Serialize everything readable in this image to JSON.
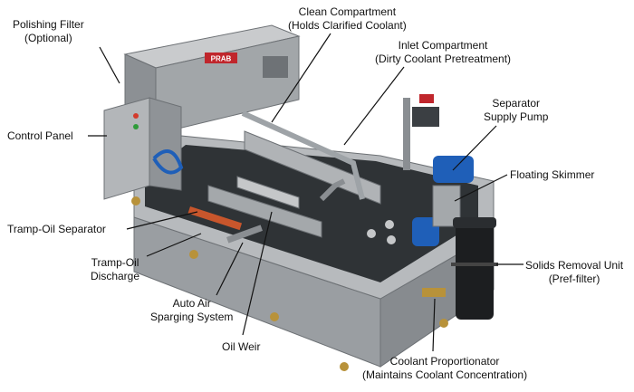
{
  "labels": {
    "polishing_filter": [
      "Polishing Filter",
      "(Optional)"
    ],
    "control_panel": [
      "Control Panel"
    ],
    "tramp_oil_separator": [
      "Tramp-Oil Separator"
    ],
    "tramp_oil_discharge": [
      "Tramp-Oil",
      "Discharge"
    ],
    "auto_air_sparging": [
      "Auto Air",
      "Sparging System"
    ],
    "oil_weir": [
      "Oil Weir"
    ],
    "clean_compartment": [
      "Clean Compartment",
      "(Holds Clarified Coolant)"
    ],
    "inlet_compartment": [
      "Inlet Compartment",
      "(Dirty Coolant Pretreatment)"
    ],
    "separator_supply_pump": [
      "Separator",
      "Supply Pump"
    ],
    "floating_skimmer": [
      "Floating Skimmer"
    ],
    "solids_removal_unit": [
      "Solids Removal Unit",
      "(Pref-filter)"
    ],
    "coolant_proportionator": [
      "Coolant Proportionator",
      "(Maintains Coolant Concentration)"
    ]
  },
  "brand": "PRAB",
  "colors": {
    "tank": "#a9acaf",
    "tank_dark": "#7d8185",
    "interior": "#2f3336",
    "pump_blue": "#1f5fb8",
    "hose_orange": "#c8562c",
    "brass": "#b8923a",
    "leader": "#111111"
  }
}
